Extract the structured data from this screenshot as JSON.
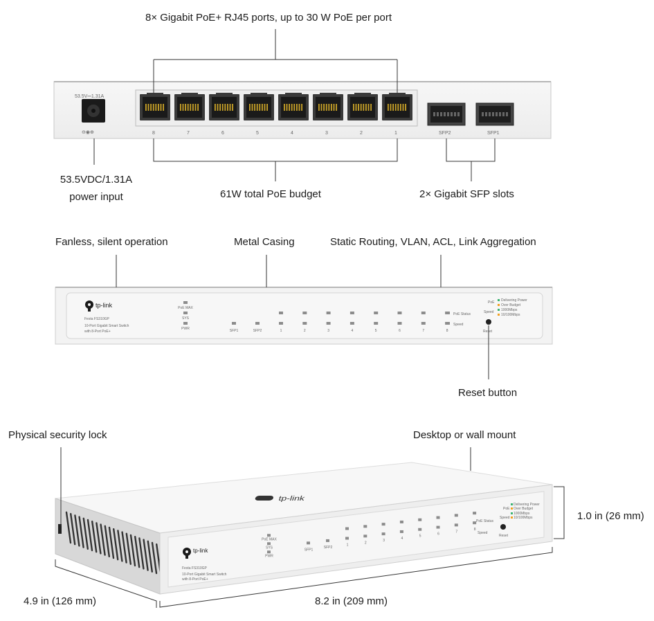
{
  "callouts": {
    "ports": "8× Gigabit PoE+ RJ45 ports, up to 30 W PoE per port",
    "power_line1": "53.5VDC/1.31A",
    "power_line2": "power input",
    "poe_budget": "61W total PoE budget",
    "sfp": "2× Gigabit SFP slots",
    "fanless": "Fanless, silent operation",
    "metal": "Metal Casing",
    "routing": "Static Routing, VLAN, ACL, Link Aggregation",
    "reset": "Reset button",
    "lock": "Physical security lock",
    "mount": "Desktop or wall mount",
    "height": "1.0 in (26 mm)",
    "depth": "4.9 in (126 mm)",
    "width": "8.2 in (209 mm)"
  },
  "rear_panel": {
    "power_rating": "53.5V⎓1.31A",
    "port_numbers": [
      "8",
      "7",
      "6",
      "5",
      "4",
      "3",
      "2",
      "1"
    ],
    "sfp_labels": [
      "SFP2",
      "SFP1"
    ]
  },
  "front_panel": {
    "brand": "tp-link",
    "model": "Festa FS310GP",
    "desc_line1": "10-Port Gigabit Smart Switch",
    "desc_line2": "with 8-Port PoE+",
    "sys_leds": [
      "PoE MAX",
      "SYS",
      "PWR"
    ],
    "sfp_leds": [
      "SFP1",
      "SFP2"
    ],
    "port_leds": [
      "1",
      "2",
      "3",
      "4",
      "5",
      "6",
      "7",
      "8"
    ],
    "row_labels": [
      "PoE Status",
      "Speed"
    ],
    "legend_poe": "PoE",
    "legend_delivering": "Delivering Power",
    "legend_over": "Over Budget",
    "legend_speed": "Speed",
    "legend_1000": "1000Mbps",
    "legend_10100": "10/100Mbps",
    "reset_label": "Reset"
  },
  "colors": {
    "green_led": "#3cb371",
    "orange_led": "#f0a020",
    "casing": "#f4f4f4",
    "led_gray": "#8c8c8c"
  }
}
